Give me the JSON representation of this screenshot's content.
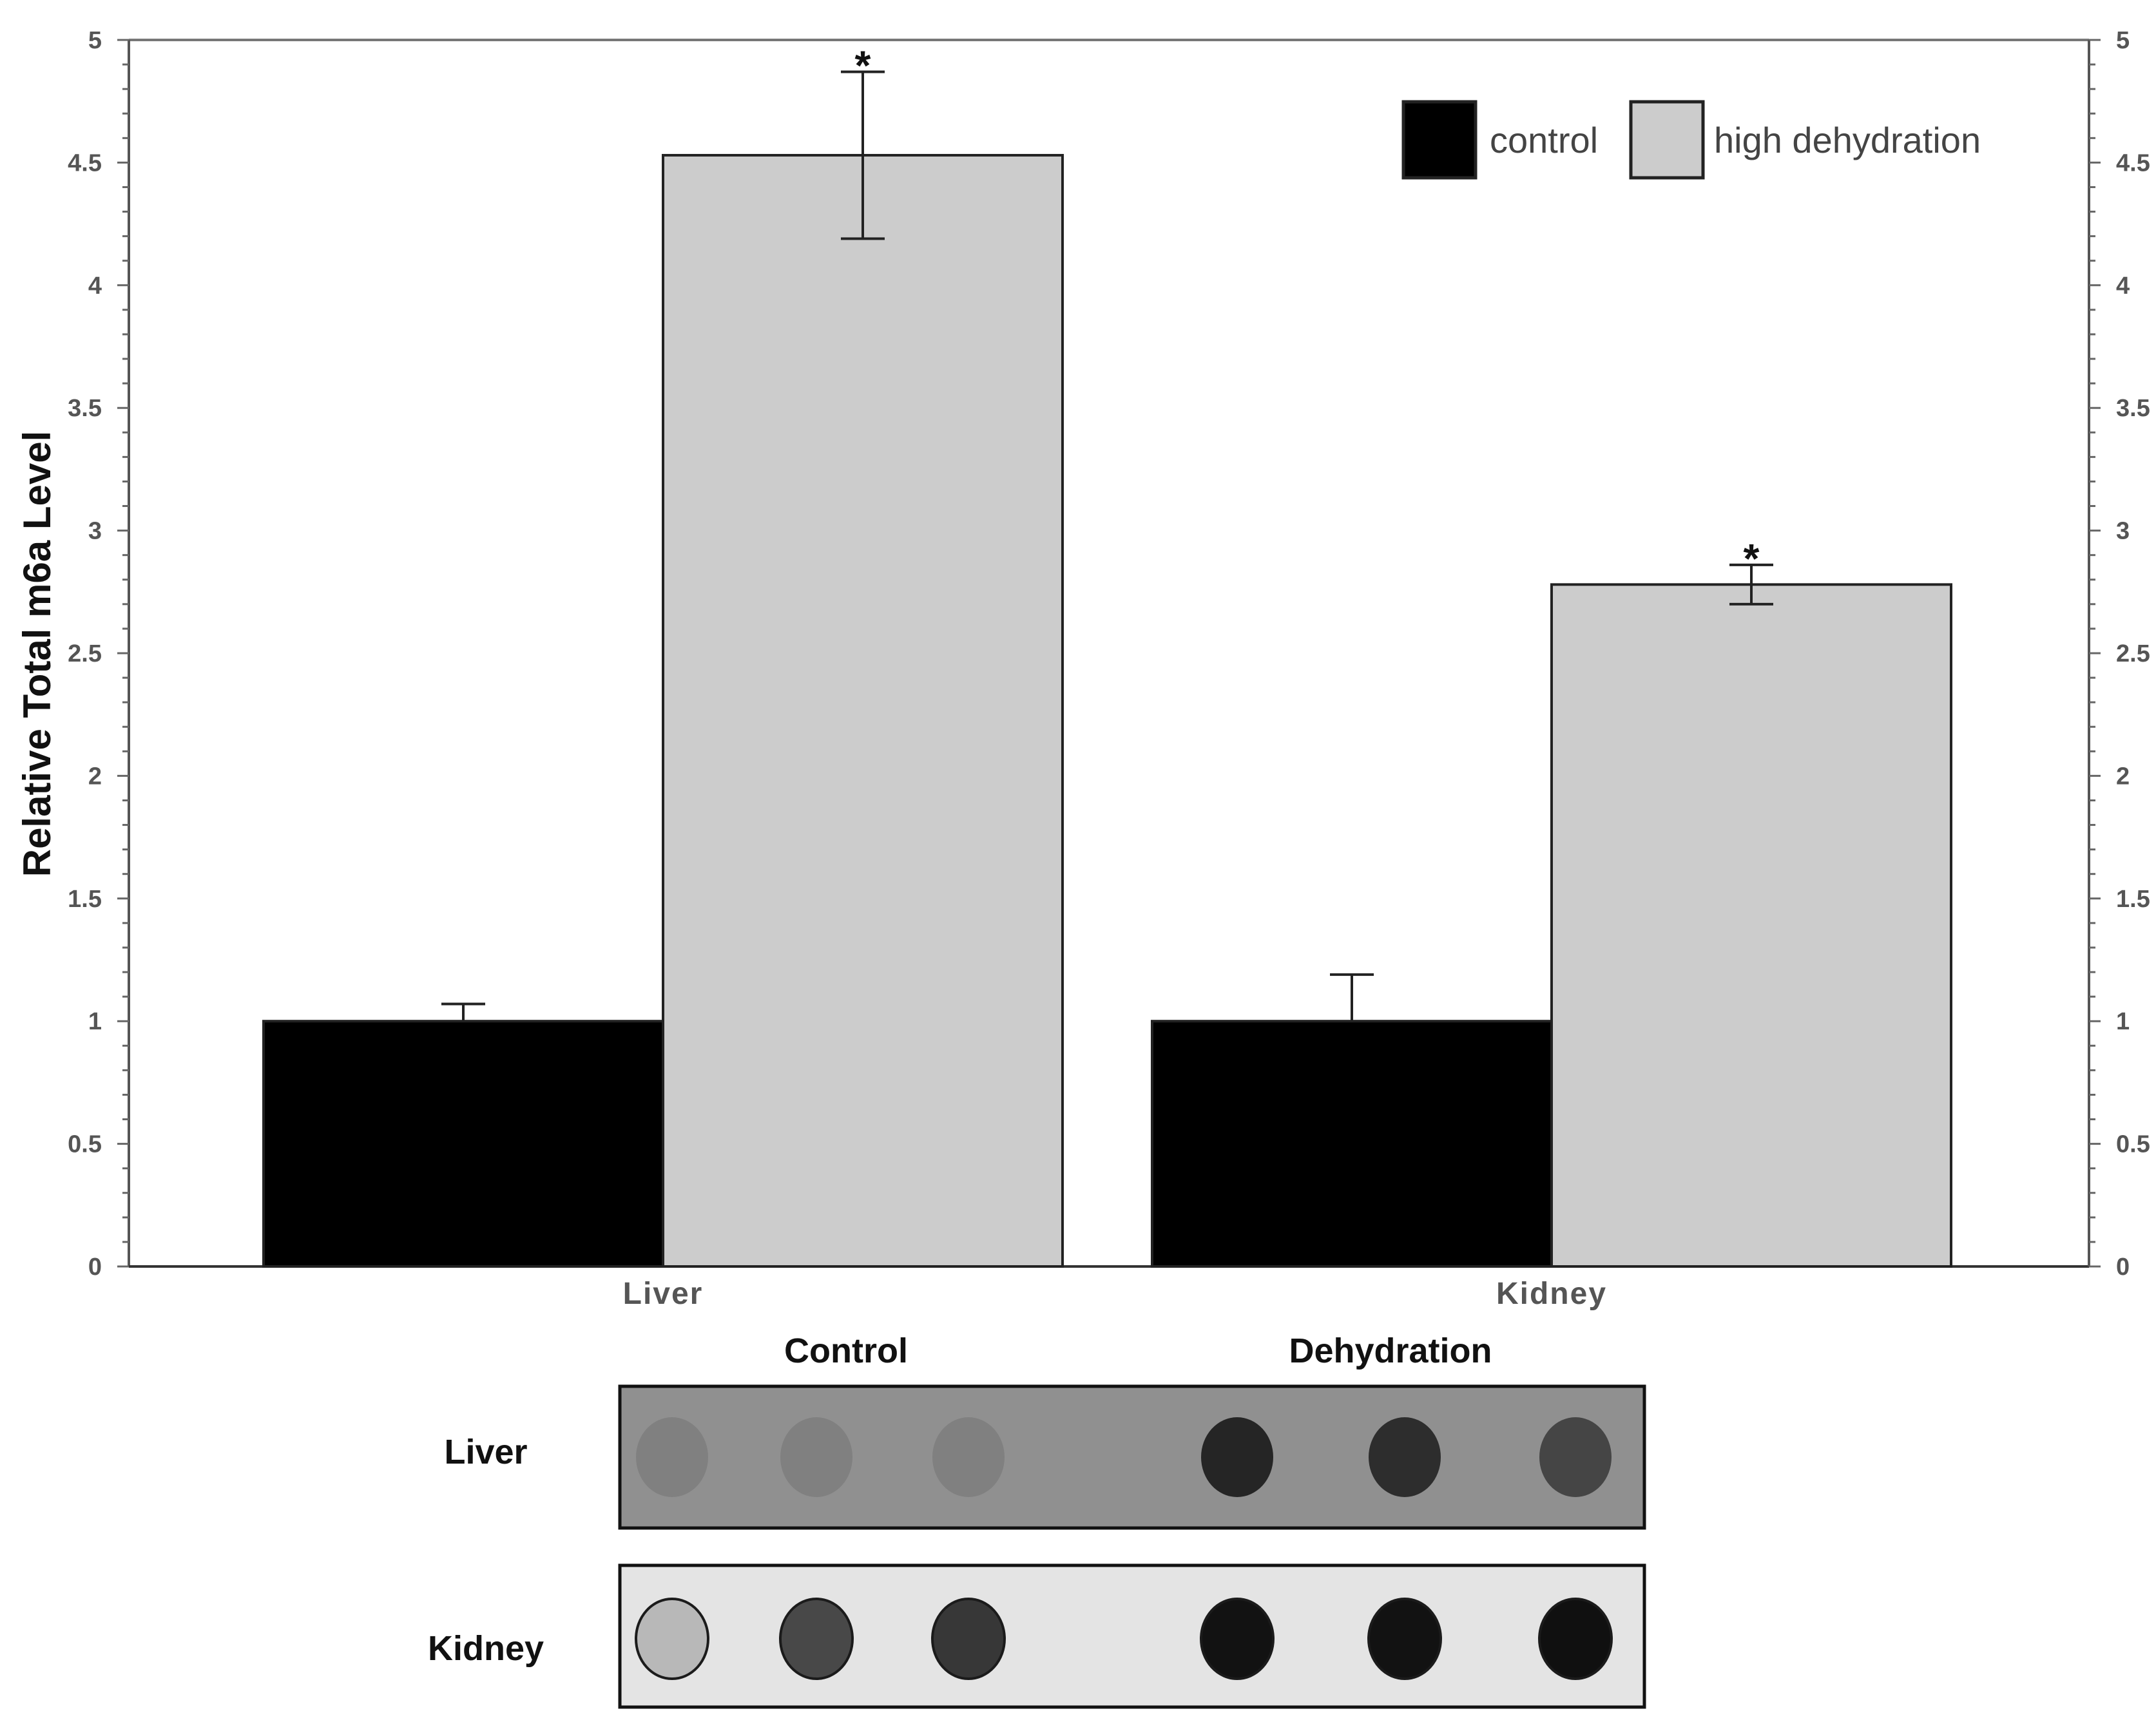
{
  "chart_data": {
    "type": "bar",
    "categories": [
      "Liver",
      "Kidney"
    ],
    "series": [
      {
        "name": "control",
        "color": "#000000",
        "values": [
          1.0,
          1.0
        ],
        "errors": [
          0.07,
          0.19
        ],
        "significant": [
          false,
          false
        ]
      },
      {
        "name": "high dehydration",
        "color": "#cccccc",
        "values": [
          4.53,
          2.78
        ],
        "errors": [
          0.34,
          0.08
        ],
        "significant": [
          true,
          true
        ]
      }
    ],
    "significance_mark": "*",
    "title": "",
    "xlabel": "",
    "ylabel": "Relative Total m6a Level",
    "ylim": [
      0,
      5
    ],
    "yticks": [
      "0",
      "0.5",
      "1",
      "1.5",
      "2",
      "2.5",
      "3",
      "3.5",
      "4",
      "4.5",
      "5"
    ],
    "secondary_y_axis": true,
    "legend_position": "top-right",
    "grid": false
  },
  "dot_blot": {
    "column_headers": [
      "Control",
      "Dehydration"
    ],
    "rows": [
      {
        "label": "Liver",
        "spot_intensity": [
          0.12,
          0.12,
          0.12,
          0.78,
          0.72,
          0.55
        ]
      },
      {
        "label": "Kidney",
        "spot_intensity": [
          0.2,
          0.72,
          0.8,
          0.97,
          0.97,
          0.98
        ]
      }
    ]
  }
}
